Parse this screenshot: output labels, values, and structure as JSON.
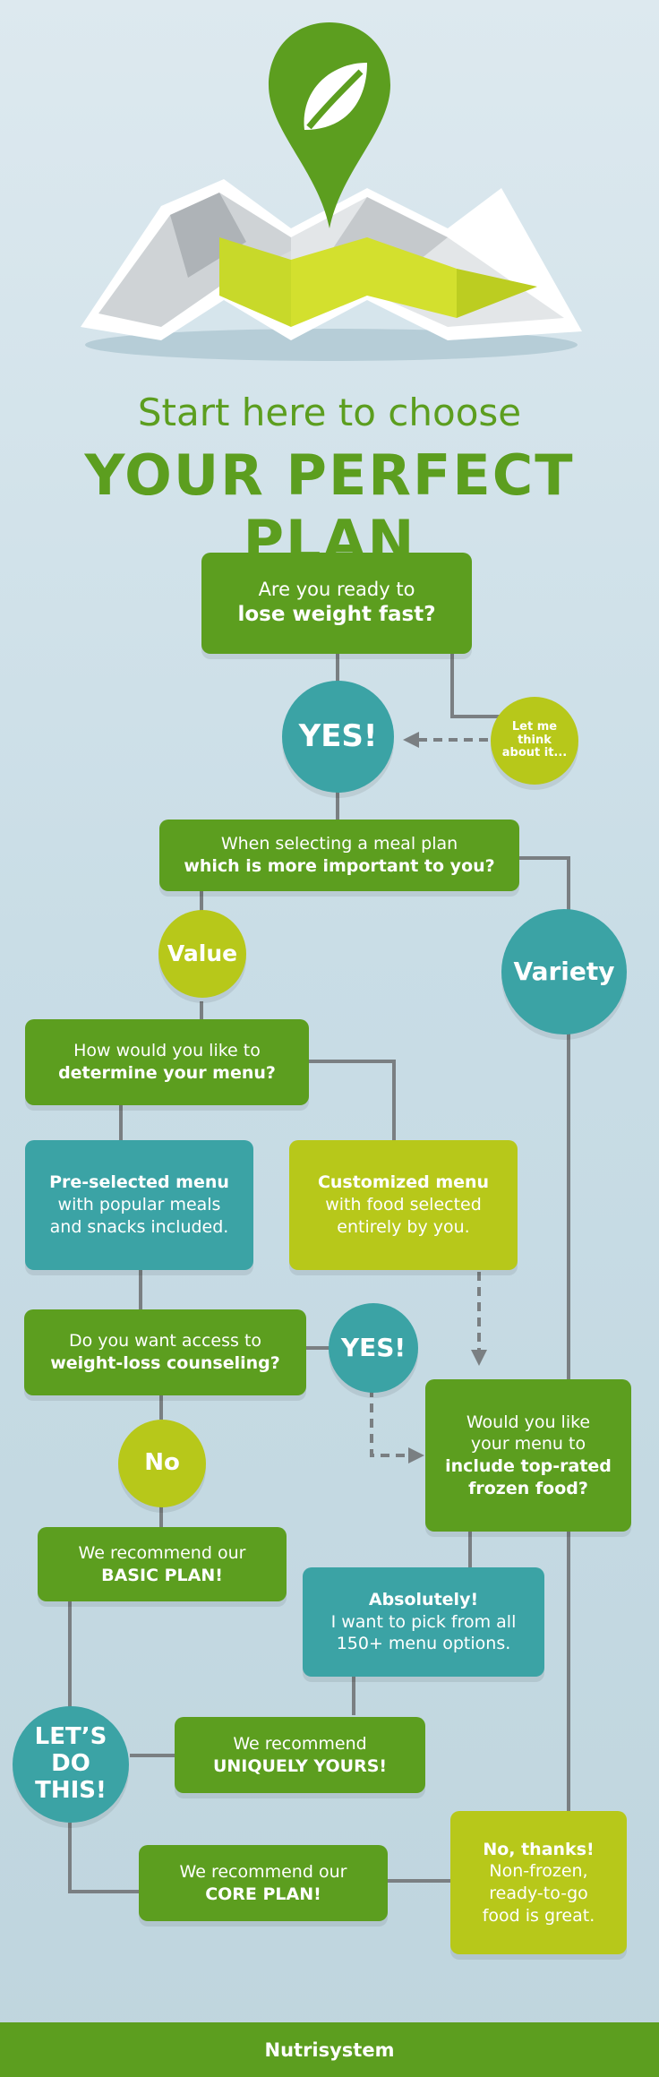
{
  "header": {
    "title_line1": "Start here to choose",
    "title_line2": "YOUR PERFECT PLAN"
  },
  "nodes": {
    "q1_line1": "Are you ready to",
    "q1_line2": "lose weight fast?",
    "yes1": "YES!",
    "think": "Let me think about it...",
    "q2_line1": "When selecting a meal plan",
    "q2_line2": "which is more important to you?",
    "value": "Value",
    "variety": "Variety",
    "q3_line1": "How would you like to",
    "q3_line2": "determine your menu?",
    "pre_line1": "Pre-selected menu",
    "pre_line2": "with popular meals",
    "pre_line3": "and snacks included.",
    "cust_line1": "Customized menu",
    "cust_line2": "with food selected",
    "cust_line3": "entirely by you.",
    "q4_line1": "Do you want access to",
    "q4_line2": "weight-loss counseling?",
    "yes2": "YES!",
    "no": "No",
    "q5_line1": "Would you like",
    "q5_line2": "your menu to",
    "q5_line3": "include top-rated",
    "q5_line4": "frozen food?",
    "basic_line1": "We recommend our",
    "basic_line2": "BASIC PLAN!",
    "abs_line1": "Absolutely!",
    "abs_line2": "I want to pick from all",
    "abs_line3": "150+ menu options.",
    "letsdo": "LET’S DO THIS!",
    "uniq_line1": "We recommend",
    "uniq_line2": "UNIQUELY YOURS!",
    "core_line1": "We recommend our",
    "core_line2": "CORE PLAN!",
    "nothanks_line1": "No, thanks!",
    "nothanks_line2": "Non-frozen,",
    "nothanks_line3": "ready-to-go",
    "nothanks_line4": "food is great."
  },
  "footer": {
    "brand": "Nutrisystem"
  },
  "colors": {
    "green": "#5c9e1f",
    "teal": "#3ba3a5",
    "lime": "#b7c81a",
    "line": "#7a7f82"
  },
  "icons": {
    "map": "map-icon",
    "pin": "location-pin-icon",
    "leaf": "leaf-icon"
  }
}
